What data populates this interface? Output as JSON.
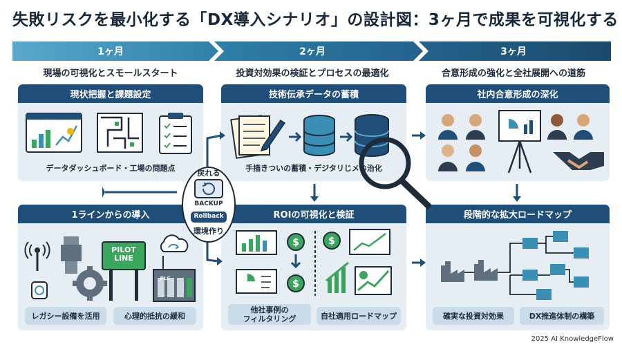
{
  "title": "失敗リスクを最小化する「DX導入シナリオ」の設計図：3ヶ月で成果を可視化する",
  "phases": [
    {
      "label": "1ヶ月",
      "subtitle": "現場の可視化とスモールスタート"
    },
    {
      "label": "2ヶ月",
      "subtitle": "投資対効果の検証とプロセスの最適化"
    },
    {
      "label": "3ヶ月",
      "subtitle": "合意形成の強化と全社展開への道筋"
    }
  ],
  "panels": {
    "p1_top": {
      "title": "現状把握と課題設定",
      "caption": "データダッシュボード・工場の問題点"
    },
    "p1_bottom": {
      "title": "1ラインからの導入",
      "pills": [
        "レガシー設備を活用",
        "心理的抵抗の緩和"
      ],
      "pilot_sign": "PILOT LINE",
      "plc_label": "PLC"
    },
    "p2_top": {
      "title": "技術伝承データの蓄積",
      "caption": "手描きついの蓄積・デジタリじメの治化"
    },
    "p2_bottom": {
      "title": "ROIの可視化と検証",
      "pills": [
        "他社事例の\nフィルタリング",
        "自社適用ロードマップ"
      ]
    },
    "p3_top": {
      "title": "社内合意形成の深化"
    },
    "p3_bottom": {
      "title": "段階的な拡大ロードマップ",
      "pills": [
        "確実な投資対効果",
        "DX推進体制の構築"
      ]
    }
  },
  "center": {
    "top": "戻れる",
    "backup": "BACKUP",
    "rollback": "Rollback",
    "bottom": "環境作り"
  },
  "footer": "2025 AI KnowledgeFlow",
  "colors": {
    "navy": "#1f4e79",
    "teal": "#3a8fb5",
    "panel_bg": "#e6eef4",
    "pill_bg": "#c9dcea",
    "green": "#3aa55d"
  }
}
